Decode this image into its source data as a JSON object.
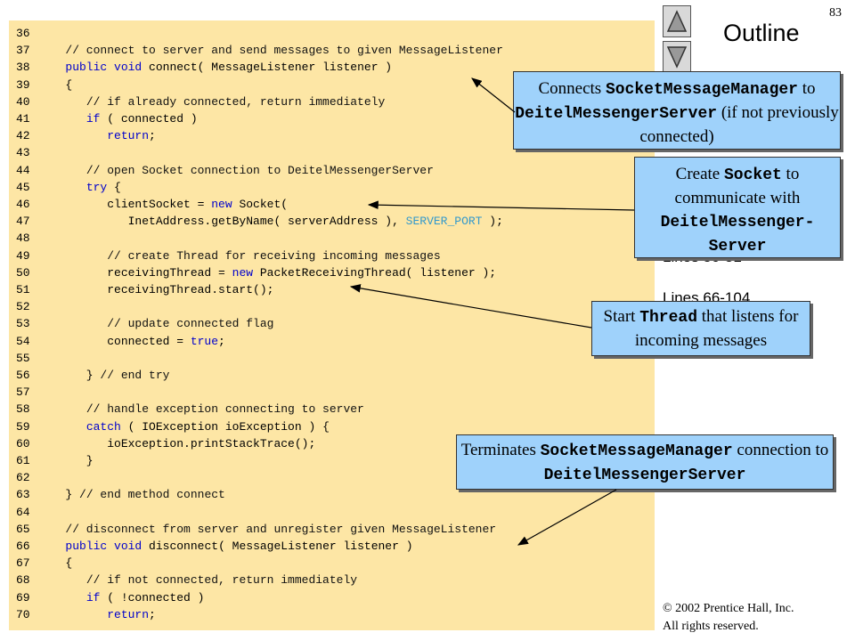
{
  "slide": {
    "page_number": "83",
    "outline_title": "Outline",
    "partial_side_text_1": "Lines 50-51",
    "partial_side_text_2": "Lines 66-104",
    "copyright_line1": "© 2002 Prentice Hall, Inc.",
    "copyright_line2": "All rights reserved."
  },
  "code": [
    {
      "num": "36",
      "text": ""
    },
    {
      "num": "37",
      "text": "   // connect to server and send messages to given MessageListener"
    },
    {
      "num": "38",
      "text": "   public void connect( MessageListener listener )"
    },
    {
      "num": "39",
      "text": "   {"
    },
    {
      "num": "40",
      "text": "      // if already connected, return immediately"
    },
    {
      "num": "41",
      "text": "      if ( connected )"
    },
    {
      "num": "42",
      "text": "         return;"
    },
    {
      "num": "43",
      "text": ""
    },
    {
      "num": "44",
      "text": "      // open Socket connection to DeitelMessengerServer"
    },
    {
      "num": "45",
      "text": "      try {"
    },
    {
      "num": "46",
      "text": "         clientSocket = new Socket("
    },
    {
      "num": "47",
      "text": "            InetAddress.getByName( serverAddress ), SERVER_PORT );"
    },
    {
      "num": "48",
      "text": ""
    },
    {
      "num": "49",
      "text": "         // create Thread for receiving incoming messages"
    },
    {
      "num": "50",
      "text": "         receivingThread = new PacketReceivingThread( listener );"
    },
    {
      "num": "51",
      "text": "         receivingThread.start();"
    },
    {
      "num": "52",
      "text": ""
    },
    {
      "num": "53",
      "text": "         // update connected flag"
    },
    {
      "num": "54",
      "text": "         connected = true;"
    },
    {
      "num": "55",
      "text": ""
    },
    {
      "num": "56",
      "text": "      } // end try"
    },
    {
      "num": "57",
      "text": ""
    },
    {
      "num": "58",
      "text": "      // handle exception connecting to server"
    },
    {
      "num": "59",
      "text": "      catch ( IOException ioException ) {"
    },
    {
      "num": "60",
      "text": "         ioException.printStackTrace();"
    },
    {
      "num": "61",
      "text": "      }"
    },
    {
      "num": "62",
      "text": ""
    },
    {
      "num": "63",
      "text": "   } // end method connect"
    },
    {
      "num": "64",
      "text": ""
    },
    {
      "num": "65",
      "text": "   // disconnect from server and unregister given MessageListener"
    },
    {
      "num": "66",
      "text": "   public void disconnect( MessageListener listener )"
    },
    {
      "num": "67",
      "text": "   {"
    },
    {
      "num": "68",
      "text": "      // if not connected, return immediately"
    },
    {
      "num": "69",
      "text": "      if ( !connected )"
    },
    {
      "num": "70",
      "text": "         return;"
    }
  ],
  "callouts": [
    {
      "parts": [
        {
          "t": "Connects "
        },
        {
          "c": "SocketMessageManager"
        },
        {
          "t": " to "
        },
        {
          "c": "DeitelMessengerServer"
        },
        {
          "t": " (if not previously connected)"
        }
      ]
    },
    {
      "parts": [
        {
          "t": "Create "
        },
        {
          "c": "Socket"
        },
        {
          "t": " to communicate with "
        },
        {
          "c": "DeitelMessenger-Server"
        }
      ]
    },
    {
      "parts": [
        {
          "t": "Start "
        },
        {
          "c": "Thread"
        },
        {
          "t": " that listens for incoming messages"
        }
      ]
    },
    {
      "parts": [
        {
          "t": "Terminates "
        },
        {
          "c": "SocketMessageManager"
        },
        {
          "t": " connection to "
        },
        {
          "c": "DeitelMessengerServer"
        }
      ]
    }
  ],
  "colors": {
    "code_background": "#fde6a5",
    "callout_background": "#9fd2fb",
    "keyword": "#0000cc",
    "constant": "#3399cc"
  },
  "icons": [
    "up-arrow-icon",
    "down-arrow-icon"
  ]
}
